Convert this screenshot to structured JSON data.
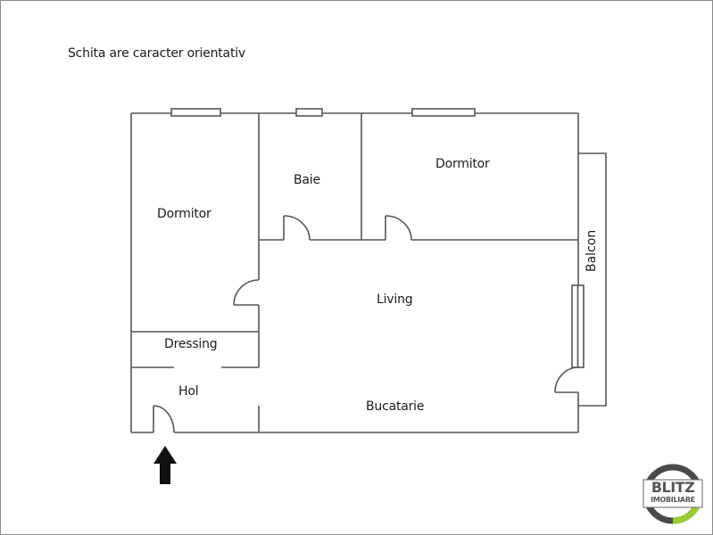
{
  "caption": "Schita are caracter orientativ",
  "rooms": {
    "dormitor_left": "Dormitor",
    "baie": "Baie",
    "dormitor_right": "Dormitor",
    "balcon": "Balcon",
    "living": "Living",
    "dressing": "Dressing",
    "hol": "Hol",
    "bucatarie": "Bucatarie"
  },
  "entrance_icon": "arrow-up-icon",
  "logo": {
    "line1": "BLITZ",
    "line2": "IMOBILIARE",
    "ring_color": "#4a4a4a",
    "accent_color": "#9acd32"
  },
  "colors": {
    "wall": "#555555",
    "text": "#1a1a1a",
    "background": "#ffffff"
  }
}
